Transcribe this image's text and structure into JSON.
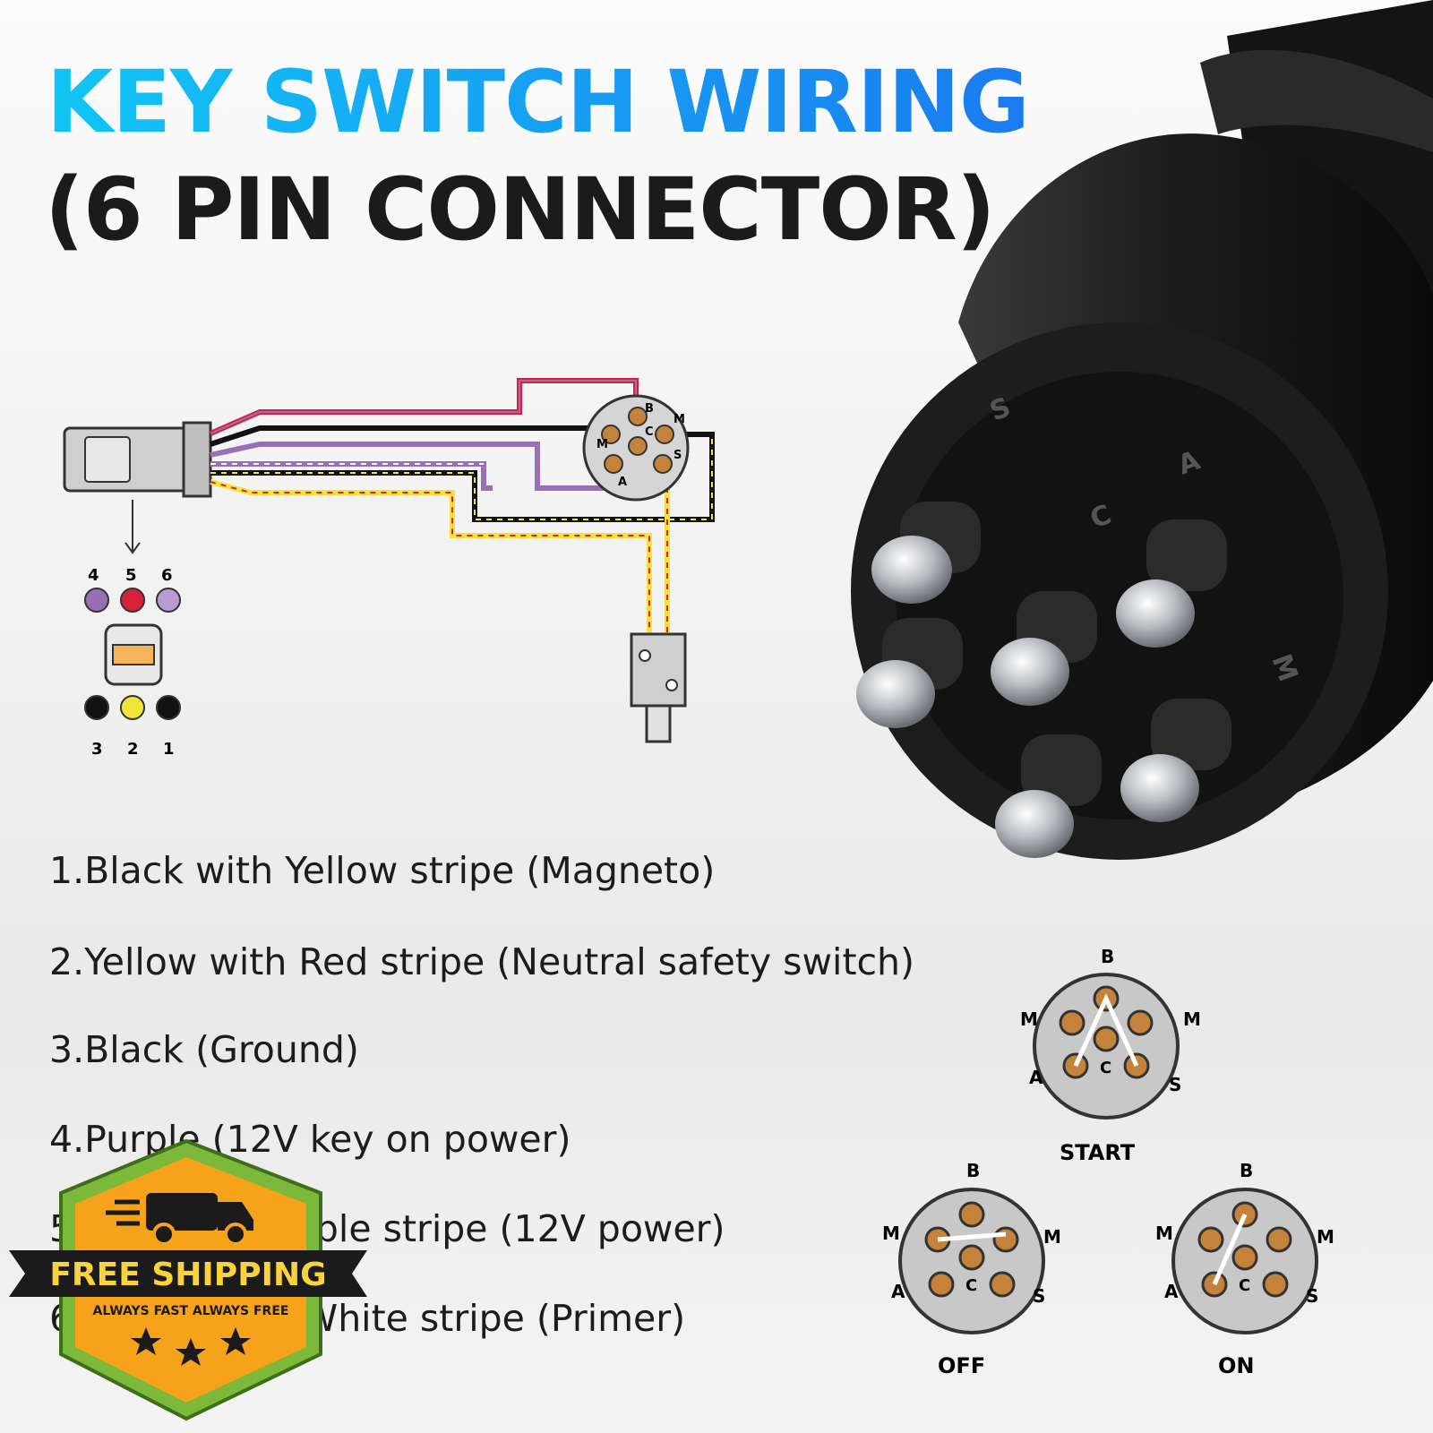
{
  "title": {
    "line1": "KEY SWITCH WIRING",
    "line2": "(6 PIN CONNECTOR)"
  },
  "wiring_diagram": {
    "plug_top_numbers": [
      "4",
      "5",
      "6"
    ],
    "plug_bottom_numbers": [
      "3",
      "2",
      "1"
    ],
    "switch_pin_letters": {
      "b": "B",
      "m1": "M",
      "m2": "M",
      "c": "C",
      "a": "A",
      "s": "S"
    }
  },
  "legend": [
    "1.Black with Yellow stripe (Magneto)",
    "2.Yellow with Red stripe (Neutral safety switch)",
    "3.Black (Ground)",
    "4.Purple (12V key on power)",
    "5.Red with Purple stripe (12V power)",
    "6.Purple with White stripe (Primer)"
  ],
  "positions": {
    "start": {
      "label": "START",
      "pins": {
        "b": "B",
        "m_left": "M",
        "m_right": "M",
        "a": "A",
        "c": "C",
        "s": "S"
      }
    },
    "off": {
      "label": "OFF",
      "pins": {
        "b": "B",
        "m_left": "M",
        "m_right": "M",
        "a": "A",
        "c": "C",
        "s": "S"
      }
    },
    "on": {
      "label": "ON",
      "pins": {
        "b": "B",
        "m_left": "M",
        "m_right": "M",
        "a": "A",
        "c": "C",
        "s": "S"
      }
    }
  },
  "badge": {
    "main": "FREE SHIPPING",
    "sub": "ALWAYS FAST  ALWAYS FREE"
  },
  "colors": {
    "title_blue": "#1aa6ee",
    "wire_red": "#d8203a",
    "wire_purple": "#9b6fb6",
    "wire_yellow": "#f2e43a",
    "wire_black": "#111111",
    "badge_orange": "#f6a21a",
    "badge_green": "#7cb83a"
  }
}
